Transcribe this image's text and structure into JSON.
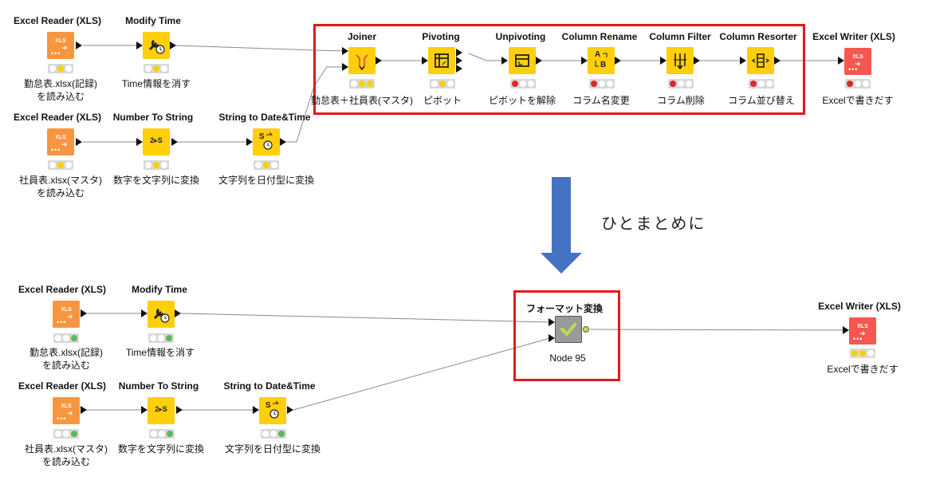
{
  "colors": {
    "orange": "#f7963f",
    "yellow": "#fecf0a",
    "red_node": "#f5584f",
    "box": "#e31919",
    "arrow": "#4472c4",
    "status_red": "#e0262a",
    "status_yellow": "#f5d300",
    "status_green": "#5cb85c"
  },
  "top": {
    "excel_reader_1": {
      "title": "Excel Reader (XLS)",
      "label1": "勤怠表.xlsx(記録)",
      "label2": "を読み込む",
      "icon": "XLS"
    },
    "modify_time": {
      "title": "Modify Time",
      "label": "Time情報を消す"
    },
    "excel_reader_2": {
      "title": "Excel Reader (XLS)",
      "label1": "社員表.xlsx(マスタ)",
      "label2": "を読み込む",
      "icon": "XLS"
    },
    "number_to_string": {
      "title": "Number To String",
      "label": "数字を文字列に変換",
      "icon": "2▸S"
    },
    "string_to_date": {
      "title": "String to Date&Time",
      "label": "文字列を日付型に変換",
      "icon": "S"
    },
    "joiner": {
      "title": "Joiner",
      "label": "勤怠表＋社員表(マスタ)"
    },
    "pivoting": {
      "title": "Pivoting",
      "label": "ピボット"
    },
    "unpivoting": {
      "title": "Unpivoting",
      "label": "ピボットを解除"
    },
    "column_rename": {
      "title": "Column Rename",
      "label": "コラム名変更",
      "icon1": "A",
      "icon2": "B"
    },
    "column_filter": {
      "title": "Column Filter",
      "label": "コラム削除"
    },
    "column_resorter": {
      "title": "Column Resorter",
      "label": "コラム並び替え"
    },
    "excel_writer": {
      "title": "Excel Writer (XLS)",
      "label": "Excelで書きだす",
      "icon": "XLS"
    }
  },
  "annotation": "ひとまとめに",
  "bottom": {
    "excel_reader_1": {
      "title": "Excel Reader (XLS)",
      "label1": "勤怠表.xlsx(記録)",
      "label2": "を読み込む",
      "icon": "XLS"
    },
    "modify_time": {
      "title": "Modify Time",
      "label": "Time情報を消す"
    },
    "excel_reader_2": {
      "title": "Excel Reader (XLS)",
      "label1": "社員表.xlsx(マスタ)",
      "label2": "を読み込む",
      "icon": "XLS"
    },
    "number_to_string": {
      "title": "Number To String",
      "label": "数字を文字列に変換",
      "icon": "2▸S"
    },
    "string_to_date": {
      "title": "String to Date&Time",
      "label": "文字列を日付型に変換",
      "icon": "S"
    },
    "metanode": {
      "title": "フォーマット変換",
      "label": "Node 95"
    },
    "excel_writer": {
      "title": "Excel Writer (XLS)",
      "label": "Excelで書きだす",
      "icon": "XLS"
    }
  }
}
